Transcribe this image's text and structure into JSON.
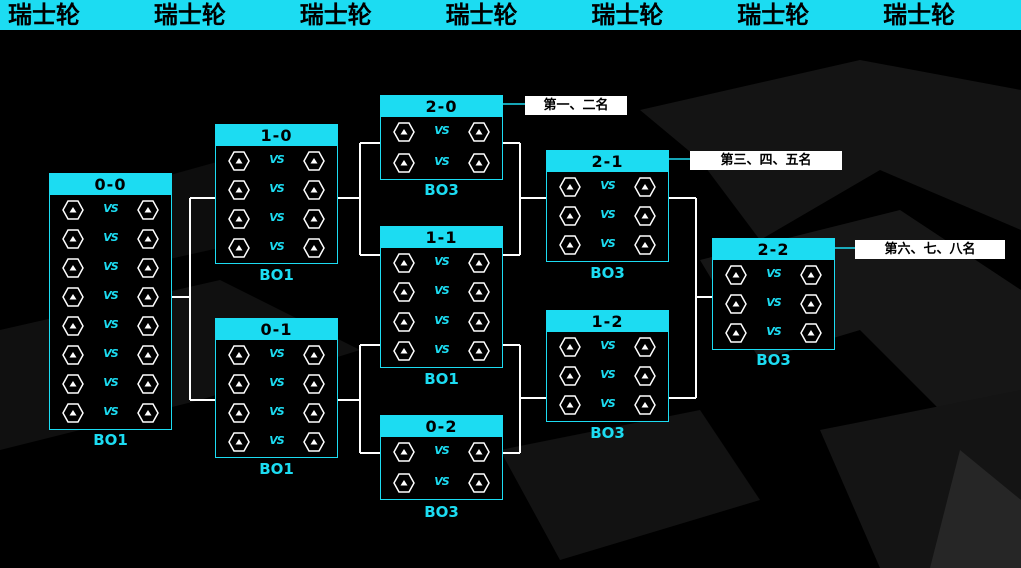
{
  "banner": {
    "text": "瑞士轮",
    "repeat": 7
  },
  "colors": {
    "accent": "#1cdcf2",
    "background": "#000000",
    "connector": "#ffffff",
    "tag_bg": "#ffffff"
  },
  "icons": {
    "team_slot": "hexagon-team-icon"
  },
  "vs_label": "VS",
  "stages": [
    {
      "id": "s00",
      "record": "0-0",
      "format": "BO1",
      "matches": 8
    },
    {
      "id": "s10",
      "record": "1-0",
      "format": "BO1",
      "matches": 4
    },
    {
      "id": "s01",
      "record": "0-1",
      "format": "BO1",
      "matches": 4
    },
    {
      "id": "s20",
      "record": "2-0",
      "format": "BO3",
      "matches": 2
    },
    {
      "id": "s11",
      "record": "1-1",
      "format": "BO1",
      "matches": 4
    },
    {
      "id": "s02",
      "record": "0-2",
      "format": "BO3",
      "matches": 2
    },
    {
      "id": "s21",
      "record": "2-1",
      "format": "BO3",
      "matches": 3
    },
    {
      "id": "s12",
      "record": "1-2",
      "format": "BO3",
      "matches": 3
    },
    {
      "id": "s22",
      "record": "2-2",
      "format": "BO3",
      "matches": 3
    }
  ],
  "placements": [
    {
      "id": "p20",
      "label": "第一、二名"
    },
    {
      "id": "p21",
      "label": "第三、四、五名"
    },
    {
      "id": "p22",
      "label": "第六、七、八名"
    }
  ]
}
